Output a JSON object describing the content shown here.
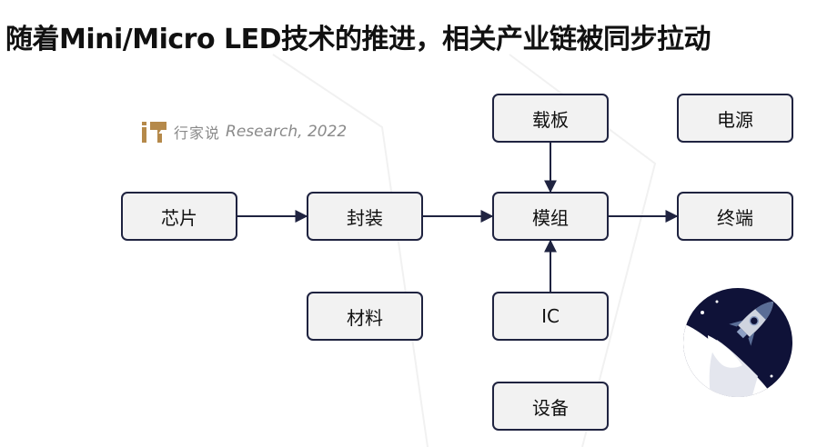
{
  "title": "随着Mini/Micro LED技术的推进，相关产业链被同步拉动",
  "watermark": {
    "prefix": "行家说",
    "suffix": "Research, 2022"
  },
  "nodes": {
    "chip": "芯片",
    "package": "封装",
    "module": "模组",
    "terminal": "终端",
    "substrate": "载板",
    "power": "电源",
    "material": "材料",
    "ic": "IC",
    "equipment": "设备"
  },
  "links": [
    {
      "from": "chip",
      "to": "package"
    },
    {
      "from": "package",
      "to": "module"
    },
    {
      "from": "module",
      "to": "terminal"
    },
    {
      "from": "substrate",
      "to": "module"
    },
    {
      "from": "ic",
      "to": "module"
    }
  ],
  "colors": {
    "node_border": "#1f2340",
    "node_fill": "#f2f2f2",
    "arrow": "#1f2340",
    "watermark_logo": "#b5894a"
  },
  "icons": {
    "logo": "brand-logo-icon",
    "decoration": "rocket-icon"
  }
}
